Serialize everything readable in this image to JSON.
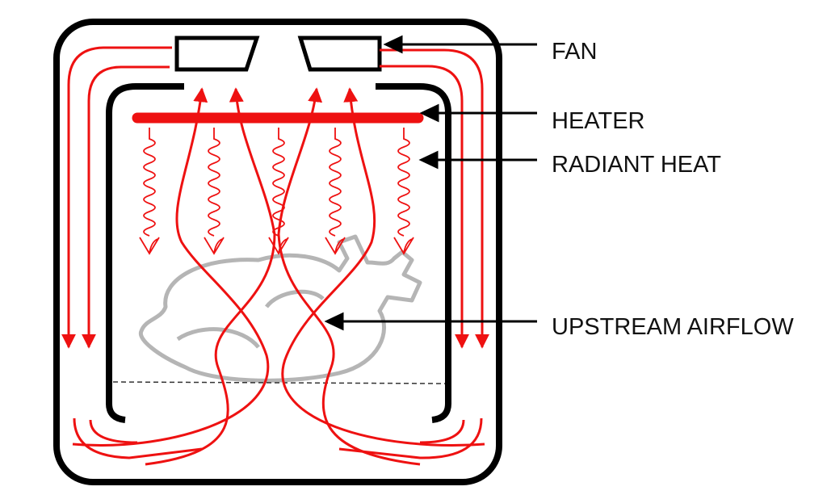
{
  "title": "Air fryer / convection oven airflow diagram",
  "labels": {
    "fan": "FAN",
    "heater": "HEATER",
    "radiant_heat": "RADIANT HEAT",
    "upstream_airflow": "UPSTREAM AIRFLOW"
  },
  "colors": {
    "airflow": "#ee1111",
    "outline": "#000000",
    "food": "#b5b5b5"
  }
}
